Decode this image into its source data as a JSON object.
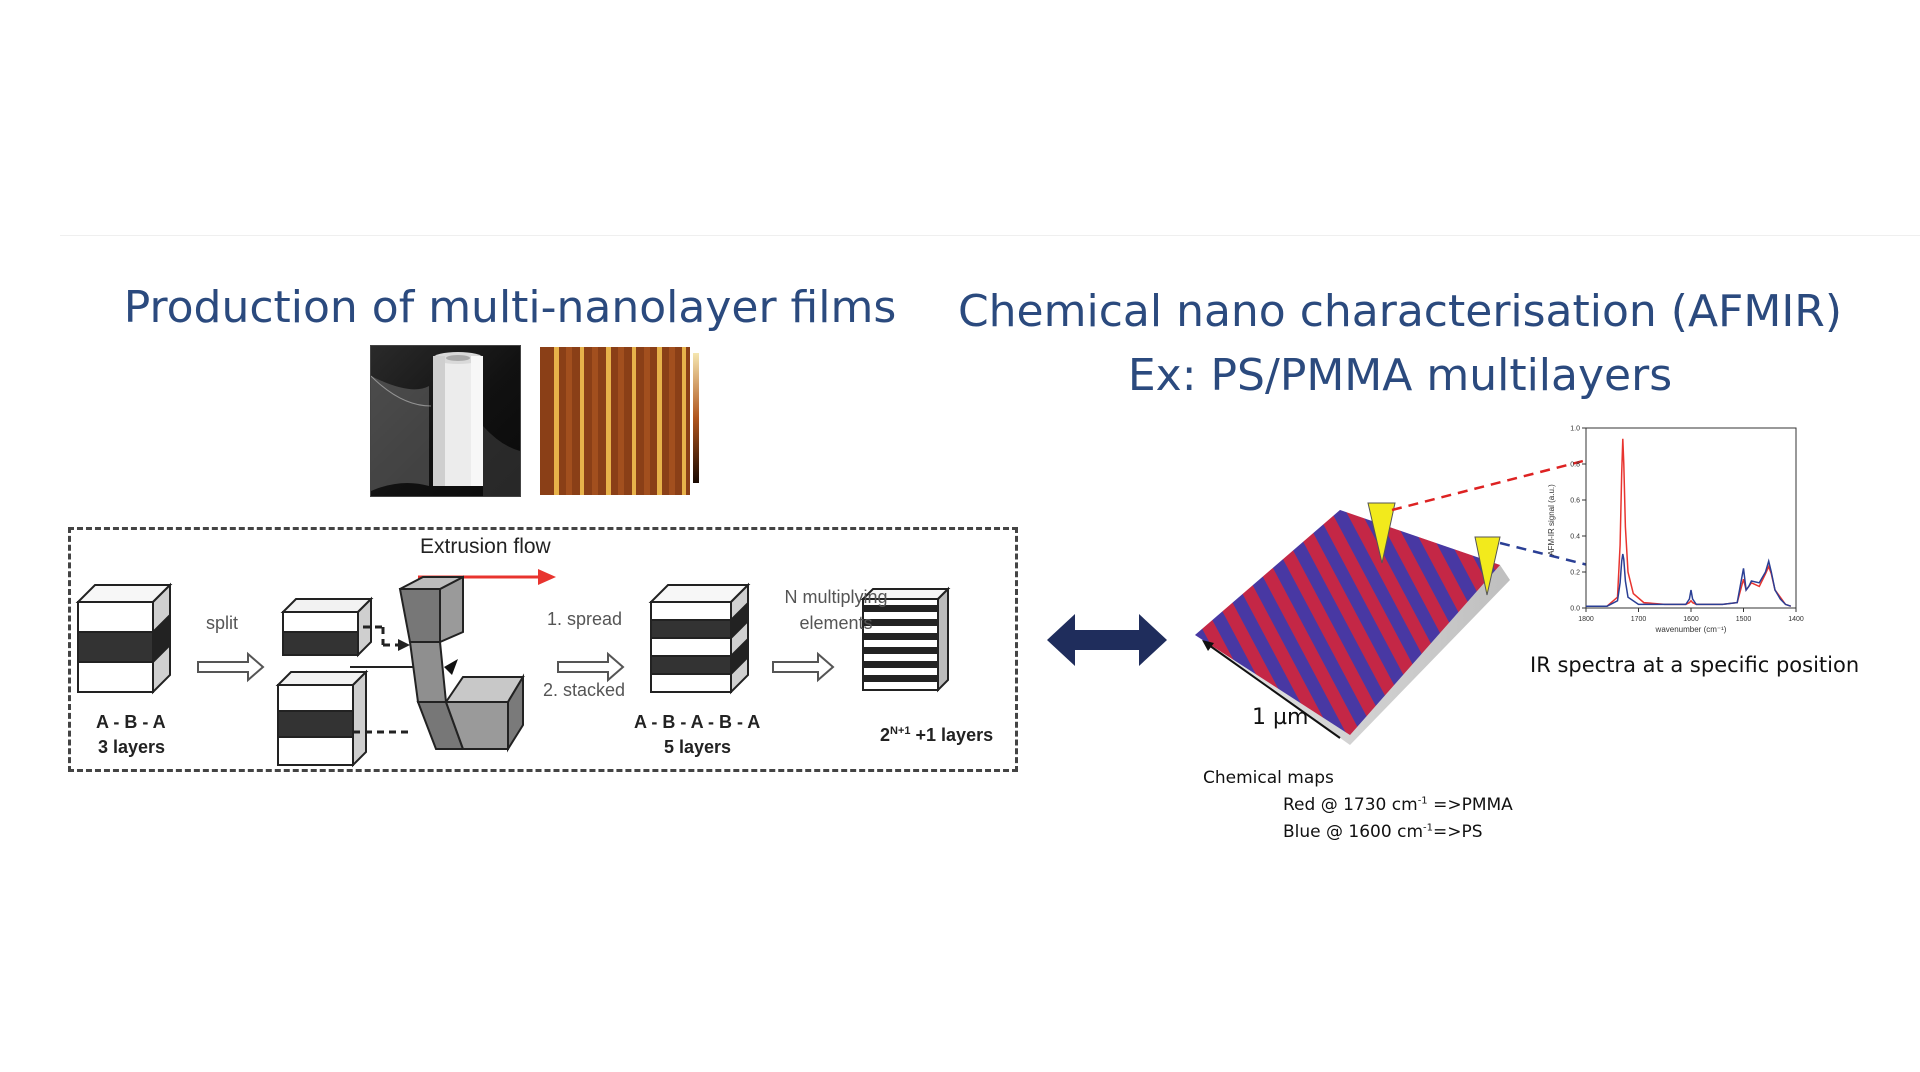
{
  "left_panel": {
    "title": "Production of multi-nanolayer films",
    "diagram": {
      "extrusion_label": "Extrusion flow",
      "split_label": "split",
      "spread_label": "1. spread",
      "stacked_label": "2. stacked",
      "multiplying_label": "N multiplying\nelements",
      "stage1_seq": "A - B - A",
      "stage1_count": "3 layers",
      "stage2_seq": "A - B - A - B - A",
      "stage2_count": "5 layers",
      "stage3_count_base": "2",
      "stage3_count_sup": "N+1",
      "stage3_count_rest": " +1 layers"
    }
  },
  "right_panel": {
    "title_line1": "Chemical nano characterisation (AFMIR)",
    "title_line2": "Ex: PS/PMMA multilayers",
    "scale_label": "1 µm",
    "spectra_caption": "IR spectra at a specific position",
    "chem_maps": {
      "heading": "Chemical maps",
      "red_prefix": "Red @ 1730 cm",
      "red_sup": "-1",
      "red_suffix": " =>PMMA",
      "blue_prefix": "Blue @ 1600 cm",
      "blue_sup": "-1",
      "blue_suffix": "=>PS"
    }
  },
  "chart_data": {
    "type": "line",
    "title": "",
    "xlabel": "wavenumber (cm⁻¹)",
    "ylabel": "AFM-IR signal (a.u.)",
    "xlim": [
      1800,
      1400
    ],
    "ylim": [
      0.0,
      1.0
    ],
    "x_ticks": [
      "1800",
      "1700",
      "1600",
      "1500",
      "1400"
    ],
    "y_ticks": [
      "0.0",
      "0.2",
      "0.4",
      "0.6",
      "0.8",
      "1.0"
    ],
    "series": [
      {
        "color": "#e8342f",
        "x": [
          1800,
          1760,
          1740,
          1735,
          1732,
          1730,
          1728,
          1725,
          1720,
          1710,
          1690,
          1650,
          1610,
          1603,
          1600,
          1597,
          1590,
          1540,
          1512,
          1500,
          1495,
          1490,
          1485,
          1470,
          1458,
          1452,
          1447,
          1440,
          1430,
          1420,
          1410
        ],
        "y": [
          0.01,
          0.01,
          0.06,
          0.35,
          0.75,
          0.94,
          0.8,
          0.45,
          0.2,
          0.08,
          0.03,
          0.02,
          0.02,
          0.03,
          0.04,
          0.03,
          0.02,
          0.02,
          0.03,
          0.16,
          0.1,
          0.12,
          0.14,
          0.12,
          0.19,
          0.23,
          0.19,
          0.1,
          0.06,
          0.02,
          0.01
        ]
      },
      {
        "color": "#2a3f95",
        "x": [
          1800,
          1760,
          1740,
          1735,
          1732,
          1730,
          1728,
          1725,
          1720,
          1700,
          1650,
          1610,
          1603,
          1600,
          1597,
          1590,
          1540,
          1512,
          1500,
          1495,
          1490,
          1485,
          1470,
          1458,
          1452,
          1447,
          1440,
          1430,
          1420,
          1410
        ],
        "y": [
          0.01,
          0.01,
          0.04,
          0.14,
          0.26,
          0.3,
          0.27,
          0.15,
          0.06,
          0.02,
          0.02,
          0.02,
          0.05,
          0.1,
          0.05,
          0.02,
          0.02,
          0.03,
          0.22,
          0.1,
          0.12,
          0.15,
          0.14,
          0.2,
          0.26,
          0.2,
          0.1,
          0.05,
          0.02,
          0.01
        ]
      }
    ],
    "colors": {
      "red": "#e8342f",
      "blue": "#2a3f95"
    }
  },
  "icons": [
    "double-arrow-icon",
    "afm-tip-icon"
  ],
  "colors": {
    "title": "#2b4a7e",
    "double_arrow": "#1f2d5c",
    "tip": "#f2ea1c"
  }
}
